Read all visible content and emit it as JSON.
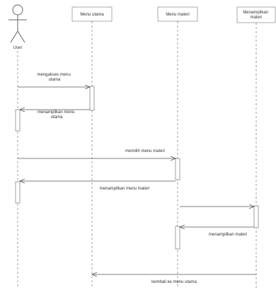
{
  "actor": {
    "name": "User"
  },
  "lifelines": [
    {
      "id": "utama",
      "label": "Menu utama"
    },
    {
      "id": "materi",
      "label": "Menu materi"
    },
    {
      "id": "tampil",
      "label_lines": [
        "Menampilkan",
        "materi"
      ]
    }
  ],
  "messages": [
    {
      "lines": [
        "mengakses menu",
        "utama"
      ]
    },
    {
      "lines": [
        "menampilkan menu",
        "utama"
      ]
    },
    {
      "lines": [
        "memilih menu materi"
      ]
    },
    {
      "lines": [
        "menampilkan menu materi"
      ]
    },
    {
      "lines": []
    },
    {
      "lines": [
        "menampilkan materi"
      ]
    },
    {
      "lines": [
        "kembali ke menu utama"
      ]
    }
  ],
  "colors": {
    "line": "#555555",
    "text": "#333333",
    "box_border": "#888888",
    "activation_fill": "#ffffff"
  }
}
